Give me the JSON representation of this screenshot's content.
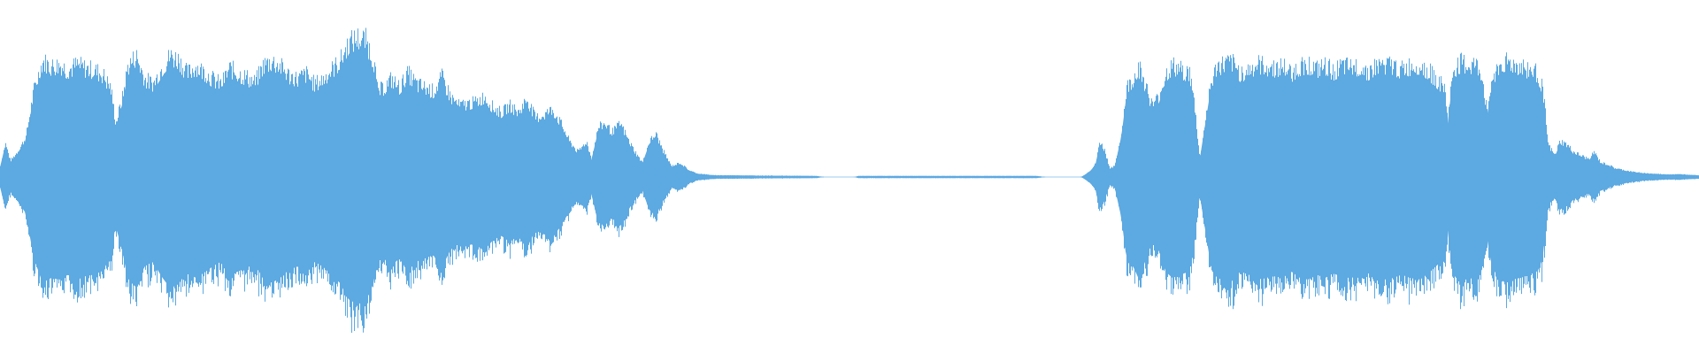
{
  "waveform": {
    "color": "#5DA9E1",
    "background": "#ffffff",
    "envelope": [
      [
        0.0,
        0.06
      ],
      [
        0.003,
        0.19
      ],
      [
        0.006,
        0.09
      ],
      [
        0.01,
        0.14
      ],
      [
        0.015,
        0.22
      ],
      [
        0.02,
        0.5
      ],
      [
        0.025,
        0.65
      ],
      [
        0.03,
        0.62
      ],
      [
        0.035,
        0.63
      ],
      [
        0.04,
        0.6
      ],
      [
        0.045,
        0.63
      ],
      [
        0.05,
        0.61
      ],
      [
        0.055,
        0.6
      ],
      [
        0.06,
        0.58
      ],
      [
        0.065,
        0.5
      ],
      [
        0.068,
        0.3
      ],
      [
        0.072,
        0.45
      ],
      [
        0.075,
        0.62
      ],
      [
        0.08,
        0.68
      ],
      [
        0.085,
        0.55
      ],
      [
        0.09,
        0.52
      ],
      [
        0.095,
        0.61
      ],
      [
        0.1,
        0.68
      ],
      [
        0.105,
        0.66
      ],
      [
        0.11,
        0.58
      ],
      [
        0.115,
        0.62
      ],
      [
        0.12,
        0.59
      ],
      [
        0.125,
        0.55
      ],
      [
        0.13,
        0.52
      ],
      [
        0.135,
        0.61
      ],
      [
        0.14,
        0.58
      ],
      [
        0.145,
        0.56
      ],
      [
        0.15,
        0.53
      ],
      [
        0.155,
        0.63
      ],
      [
        0.16,
        0.65
      ],
      [
        0.165,
        0.62
      ],
      [
        0.17,
        0.57
      ],
      [
        0.175,
        0.55
      ],
      [
        0.18,
        0.58
      ],
      [
        0.185,
        0.52
      ],
      [
        0.19,
        0.55
      ],
      [
        0.195,
        0.6
      ],
      [
        0.2,
        0.65
      ],
      [
        0.205,
        0.75
      ],
      [
        0.21,
        0.78
      ],
      [
        0.215,
        0.77
      ],
      [
        0.22,
        0.65
      ],
      [
        0.222,
        0.48
      ],
      [
        0.226,
        0.5
      ],
      [
        0.23,
        0.55
      ],
      [
        0.235,
        0.5
      ],
      [
        0.24,
        0.58
      ],
      [
        0.245,
        0.52
      ],
      [
        0.25,
        0.5
      ],
      [
        0.255,
        0.48
      ],
      [
        0.26,
        0.56
      ],
      [
        0.265,
        0.45
      ],
      [
        0.27,
        0.4
      ],
      [
        0.275,
        0.41
      ],
      [
        0.28,
        0.42
      ],
      [
        0.285,
        0.45
      ],
      [
        0.29,
        0.39
      ],
      [
        0.295,
        0.36
      ],
      [
        0.3,
        0.4
      ],
      [
        0.305,
        0.36
      ],
      [
        0.31,
        0.44
      ],
      [
        0.315,
        0.33
      ],
      [
        0.32,
        0.35
      ],
      [
        0.325,
        0.38
      ],
      [
        0.33,
        0.3
      ],
      [
        0.335,
        0.2
      ],
      [
        0.34,
        0.14
      ],
      [
        0.345,
        0.2
      ],
      [
        0.348,
        0.1
      ],
      [
        0.352,
        0.28
      ],
      [
        0.356,
        0.3
      ],
      [
        0.36,
        0.25
      ],
      [
        0.365,
        0.3
      ],
      [
        0.37,
        0.2
      ],
      [
        0.375,
        0.12
      ],
      [
        0.378,
        0.08
      ],
      [
        0.382,
        0.2
      ],
      [
        0.386,
        0.24
      ],
      [
        0.39,
        0.15
      ],
      [
        0.395,
        0.06
      ],
      [
        0.4,
        0.08
      ],
      [
        0.405,
        0.04
      ],
      [
        0.41,
        0.02
      ],
      [
        0.42,
        0.01
      ],
      [
        0.48,
        0.006
      ],
      [
        0.485,
        0.0
      ],
      [
        0.503,
        0.0
      ],
      [
        0.505,
        0.006
      ],
      [
        0.61,
        0.006
      ],
      [
        0.615,
        0.0
      ],
      [
        0.636,
        0.0
      ],
      [
        0.638,
        0.01
      ],
      [
        0.642,
        0.04
      ],
      [
        0.645,
        0.08
      ],
      [
        0.647,
        0.2
      ],
      [
        0.65,
        0.15
      ],
      [
        0.653,
        0.05
      ],
      [
        0.656,
        0.06
      ],
      [
        0.66,
        0.25
      ],
      [
        0.663,
        0.5
      ],
      [
        0.667,
        0.55
      ],
      [
        0.67,
        0.62
      ],
      [
        0.674,
        0.52
      ],
      [
        0.678,
        0.4
      ],
      [
        0.682,
        0.45
      ],
      [
        0.686,
        0.58
      ],
      [
        0.69,
        0.62
      ],
      [
        0.695,
        0.6
      ],
      [
        0.7,
        0.58
      ],
      [
        0.703,
        0.4
      ],
      [
        0.706,
        0.1
      ],
      [
        0.709,
        0.3
      ],
      [
        0.712,
        0.5
      ],
      [
        0.716,
        0.62
      ],
      [
        0.72,
        0.63
      ],
      [
        0.725,
        0.64
      ],
      [
        0.73,
        0.58
      ],
      [
        0.735,
        0.6
      ],
      [
        0.74,
        0.63
      ],
      [
        0.745,
        0.62
      ],
      [
        0.75,
        0.61
      ],
      [
        0.755,
        0.62
      ],
      [
        0.76,
        0.58
      ],
      [
        0.765,
        0.62
      ],
      [
        0.77,
        0.63
      ],
      [
        0.775,
        0.6
      ],
      [
        0.78,
        0.62
      ],
      [
        0.785,
        0.59
      ],
      [
        0.79,
        0.62
      ],
      [
        0.795,
        0.61
      ],
      [
        0.8,
        0.62
      ],
      [
        0.805,
        0.59
      ],
      [
        0.81,
        0.62
      ],
      [
        0.815,
        0.63
      ],
      [
        0.82,
        0.62
      ],
      [
        0.825,
        0.6
      ],
      [
        0.83,
        0.62
      ],
      [
        0.835,
        0.63
      ],
      [
        0.84,
        0.6
      ],
      [
        0.845,
        0.55
      ],
      [
        0.85,
        0.5
      ],
      [
        0.852,
        0.32
      ],
      [
        0.855,
        0.6
      ],
      [
        0.86,
        0.64
      ],
      [
        0.865,
        0.62
      ],
      [
        0.868,
        0.63
      ],
      [
        0.872,
        0.58
      ],
      [
        0.875,
        0.36
      ],
      [
        0.878,
        0.55
      ],
      [
        0.882,
        0.62
      ],
      [
        0.886,
        0.65
      ],
      [
        0.89,
        0.63
      ],
      [
        0.895,
        0.62
      ],
      [
        0.9,
        0.6
      ],
      [
        0.905,
        0.58
      ],
      [
        0.908,
        0.5
      ],
      [
        0.911,
        0.18
      ],
      [
        0.915,
        0.12
      ],
      [
        0.918,
        0.2
      ],
      [
        0.922,
        0.18
      ],
      [
        0.926,
        0.14
      ],
      [
        0.93,
        0.12
      ],
      [
        0.935,
        0.1
      ],
      [
        0.938,
        0.14
      ],
      [
        0.942,
        0.08
      ],
      [
        0.946,
        0.07
      ],
      [
        0.95,
        0.05
      ],
      [
        0.955,
        0.04
      ],
      [
        0.96,
        0.03
      ],
      [
        0.97,
        0.02
      ],
      [
        0.98,
        0.015
      ],
      [
        0.99,
        0.015
      ],
      [
        1.0,
        0.01
      ]
    ]
  }
}
